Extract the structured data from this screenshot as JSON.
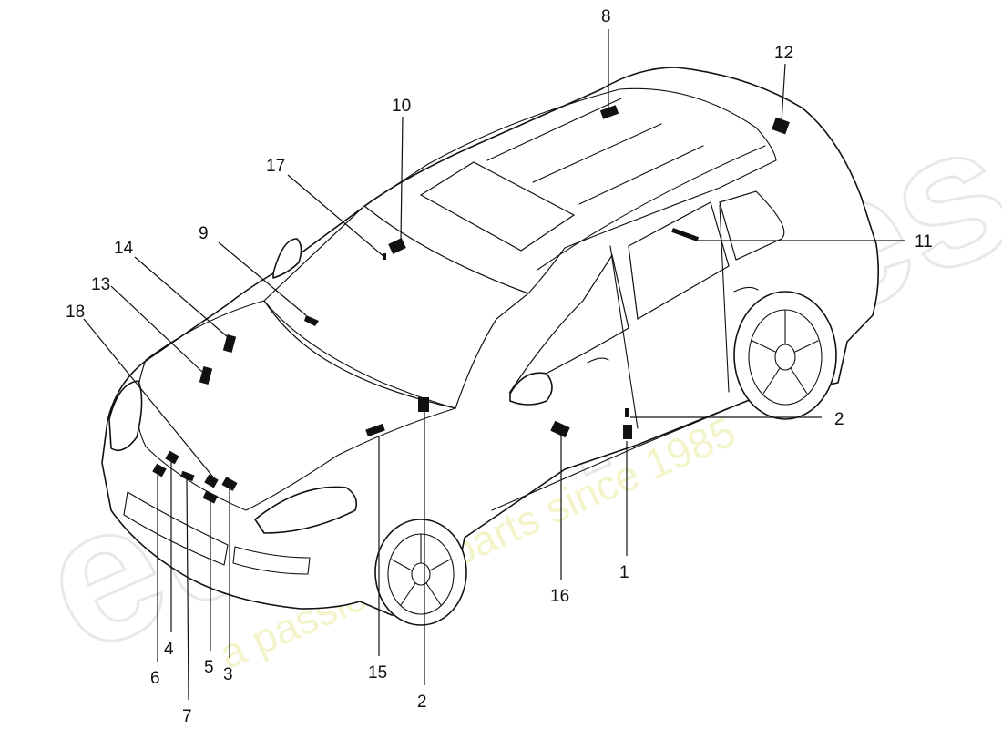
{
  "watermark": {
    "brand": "eurospares",
    "tagline": "a passion for parts since 1985"
  },
  "callouts": [
    {
      "id": "c1",
      "number": "1"
    },
    {
      "id": "c2a",
      "number": "2"
    },
    {
      "id": "c2b",
      "number": "2"
    },
    {
      "id": "c3",
      "number": "3"
    },
    {
      "id": "c4",
      "number": "4"
    },
    {
      "id": "c5",
      "number": "5"
    },
    {
      "id": "c6",
      "number": "6"
    },
    {
      "id": "c7",
      "number": "7"
    },
    {
      "id": "c8",
      "number": "8"
    },
    {
      "id": "c9",
      "number": "9"
    },
    {
      "id": "c10",
      "number": "10"
    },
    {
      "id": "c11",
      "number": "11"
    },
    {
      "id": "c12",
      "number": "12"
    },
    {
      "id": "c13",
      "number": "13"
    },
    {
      "id": "c14",
      "number": "14"
    },
    {
      "id": "c15",
      "number": "15"
    },
    {
      "id": "c16",
      "number": "16"
    },
    {
      "id": "c17",
      "number": "17"
    },
    {
      "id": "c18",
      "number": "18"
    }
  ]
}
